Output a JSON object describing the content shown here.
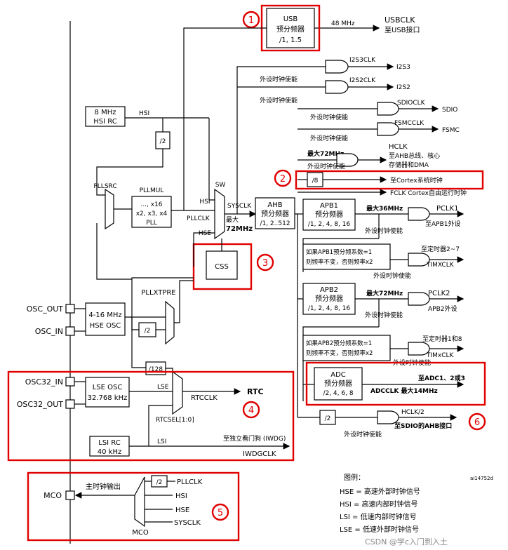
{
  "blocks": {
    "usb": {
      "l1": "USB",
      "l2": "预分频器",
      "l3": "/1, 1.5",
      "out_freq": "48 MHz",
      "out_name": "USBCLK",
      "out_dest": "至USB接口"
    },
    "hsi_rc": {
      "l1": "8 MHz",
      "l2": "HSI RC",
      "wire": "HSI",
      "div2": "/2"
    },
    "pll": {
      "src": "PLLSRC",
      "mul": "PLLMUL",
      "l1": "..., x16",
      "l2": "x2, x3, x4",
      "l3": "PLL",
      "pllclk": "PLLCLK"
    },
    "sw": {
      "label": "SW",
      "hsi": "HSI",
      "hse": "HSE",
      "sysclk": "SYSCLK",
      "max1": "最大",
      "max2": "72MHz"
    },
    "ahb": {
      "l1": "AHB",
      "l2": "预分频器",
      "l3": "/1, 2..512"
    },
    "css": {
      "label": "CSS"
    },
    "i2s": {
      "i2s3clk": "I2S3CLK",
      "i2s3": "I2S3",
      "i2s2clk": "I2S2CLK",
      "i2s2": "I2S2",
      "en1": "外设时钟使能",
      "en2": "外设时钟使能"
    },
    "sdio": {
      "clk": "SDIOCLK",
      "name": "SDIO",
      "en": "外设时钟使能"
    },
    "fsmc": {
      "clk": "FSMCCLK",
      "name": "FSMC",
      "en": "外设时钟使能"
    },
    "hclk": {
      "max": "最大72MHz",
      "name": "HCLK",
      "l1": "至AHB总线、核心",
      "l2": "存储器和DMA",
      "en": "外设时钟使能"
    },
    "cortex": {
      "div": "/8",
      "dest": "至Cortex系统时钟",
      "fclk": "FCLK Cortex自由运行时钟"
    },
    "apb1": {
      "l1": "APB1",
      "l2": "预分频器",
      "l3": "/1, 2, 4, 8, 16",
      "max": "最大36MHz",
      "pclk": "PCLK1",
      "dest": "至APB1外设",
      "en": "外设时钟使能"
    },
    "tim1": {
      "note1": "如果APB1预分频系数=1",
      "note2": "则频率不变，否则频率x2",
      "dest": "至定时器2~7",
      "clk": "TIMXCLK",
      "en": "外设时钟使能"
    },
    "apb2": {
      "l1": "APB2",
      "l2": "预分频器",
      "l3": "/1, 2, 4, 8, 16",
      "max": "最大72MHz",
      "pclk": "PCLK2",
      "dest": "APB2外设",
      "en": "外设时钟使能"
    },
    "tim2": {
      "note1": "如果APB2预分频系数=1",
      "note2": "则频率不变，否则频率x2",
      "dest": "至定时器1和8",
      "clk": "TIMxCLK",
      "en": "外设时钟使能"
    },
    "adc": {
      "l1": "ADC",
      "l2": "预分频器",
      "l3": "/2, 4, 6, 8",
      "dest": "至ADC1、2或3",
      "clk": "ADCCLK 最大14MHz"
    },
    "sdio_ahb": {
      "div": "/2",
      "clk": "HCLK/2",
      "dest": "至SDIO的AHB接口",
      "en": "外设时钟使能"
    },
    "hse": {
      "osc_out": "OSC_OUT",
      "osc_in": "OSC_IN",
      "l1": "4-16 MHz",
      "l2": "HSE OSC",
      "div2": "/2",
      "pllxtpre": "PLLXTPRE",
      "div128": "/128"
    },
    "lse": {
      "pin_in": "OSC32_IN",
      "pin_out": "OSC32_OUT",
      "l1": "LSE OSC",
      "l2": "32.768 kHz",
      "wire": "LSE",
      "rtcclk": "RTCCLK",
      "rtc": "RTC",
      "rtcsel": "RTCSEL[1:0]"
    },
    "lsi": {
      "l1": "LSI RC",
      "l2": "40 kHz",
      "wire": "LSI",
      "dest": "至独立看门狗 (IWDG)",
      "clk": "IWDGCLK"
    },
    "mco": {
      "pin": "MCO",
      "out": "主时钟输出",
      "div2": "/2",
      "pllclk": "PLLCLK",
      "hsi": "HSI",
      "hse": "HSE",
      "sysclk": "SYSCLK",
      "mux": "MCO"
    }
  },
  "legend": {
    "title": "图例：",
    "items": [
      "HSE = 高速外部时钟信号",
      "HSI = 高速内部时钟信号",
      "LSI = 低速内部时钟信号",
      "LSE = 低速外部时钟信号"
    ]
  },
  "callouts": [
    "1",
    "2",
    "3",
    "4",
    "5",
    "6"
  ],
  "figure_id": "ai14752d",
  "watermark": "CSDN @学c入门到入土",
  "colors": {
    "highlight": "#e00000",
    "ink": "#000000"
  }
}
